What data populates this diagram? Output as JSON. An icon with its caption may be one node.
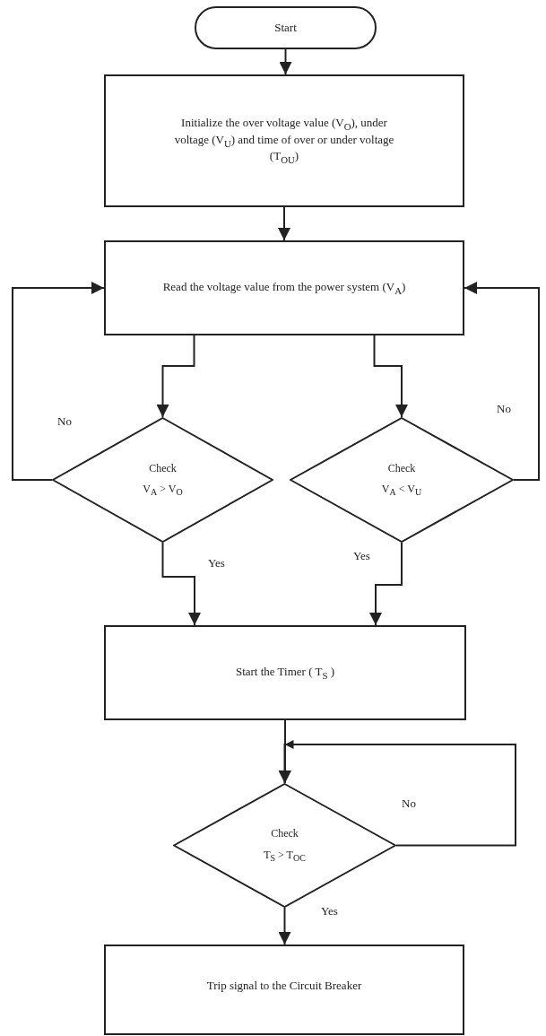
{
  "diagram": {
    "nodes": [
      {
        "text": [
          "Start"
        ]
      },
      {
        "text": [
          "Initialize the over voltage value (V$_{O}$), under voltage (V$_{U}$) and time of over or under voltage (T$_{OU}$)"
        ]
      },
      {
        "text": [
          "Read the voltage value from the power system (V$_{A}$)"
        ]
      },
      {
        "text": [
          "Check",
          "V$_{A}$ > V$_{O}$"
        ]
      },
      {
        "text": [
          "Check",
          "V$_{A}$ < V$_{U}$"
        ]
      },
      {
        "text": [
          "Start the Timer ( T$_{S}$ )"
        ]
      },
      {
        "text": [
          "Check",
          "T$_{S}$ > T$_{OC}$"
        ]
      },
      {
        "text": [
          "Trip signal to the Circuit Breaker"
        ]
      }
    ],
    "edges": [
      {
        "from": 0,
        "to": 1,
        "arrow": "to"
      },
      {
        "from": 1,
        "to": 2,
        "arrow": "to"
      },
      {
        "from": 2,
        "to": 3,
        "arrow": "to"
      },
      {
        "from": 2,
        "to": 4,
        "arrow": "to"
      },
      {
        "from": 3,
        "to": 2,
        "arrow": "to",
        "label": "No"
      },
      {
        "from": 4,
        "to": 2,
        "arrow": "to",
        "label": "No"
      },
      {
        "from": 3,
        "to": 5,
        "arrow": "to",
        "label": "Yes"
      },
      {
        "from": 4,
        "to": 5,
        "arrow": "to",
        "label": "Yes"
      },
      {
        "from": 5,
        "to": 6,
        "arrow": "to"
      },
      {
        "from": 6,
        "to": 6,
        "arrow": "to",
        "label": "No"
      },
      {
        "from": 6,
        "to": 7,
        "arrow": "to",
        "label": "Yes"
      }
    ]
  }
}
